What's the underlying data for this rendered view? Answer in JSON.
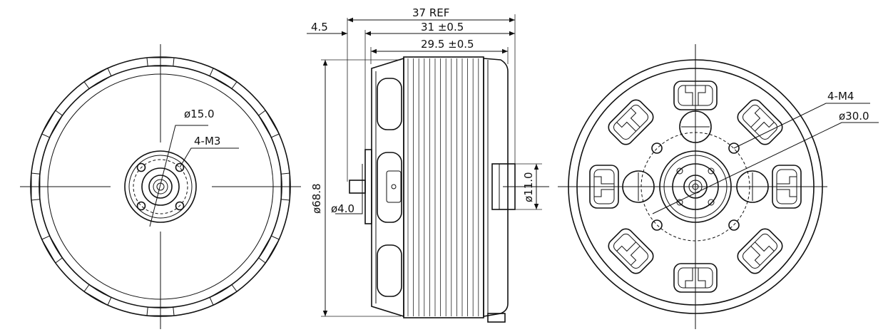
{
  "front_view": {
    "dim_hub_dia": "ø15.0",
    "dim_holes": "4-M3"
  },
  "side_view": {
    "dim_total_len": "37 REF",
    "dim_body_len": "31 ±0.5",
    "dim_stator_len": "29.5 ±0.5",
    "dim_shaft_ext": "4.5",
    "dim_outer_dia": "ø68.8",
    "dim_shaft_dia": "ø4.0",
    "dim_base_dia": "ø11.0"
  },
  "rear_view": {
    "dim_holes": "4-M4",
    "dim_bolt_circle": "ø30.0"
  }
}
